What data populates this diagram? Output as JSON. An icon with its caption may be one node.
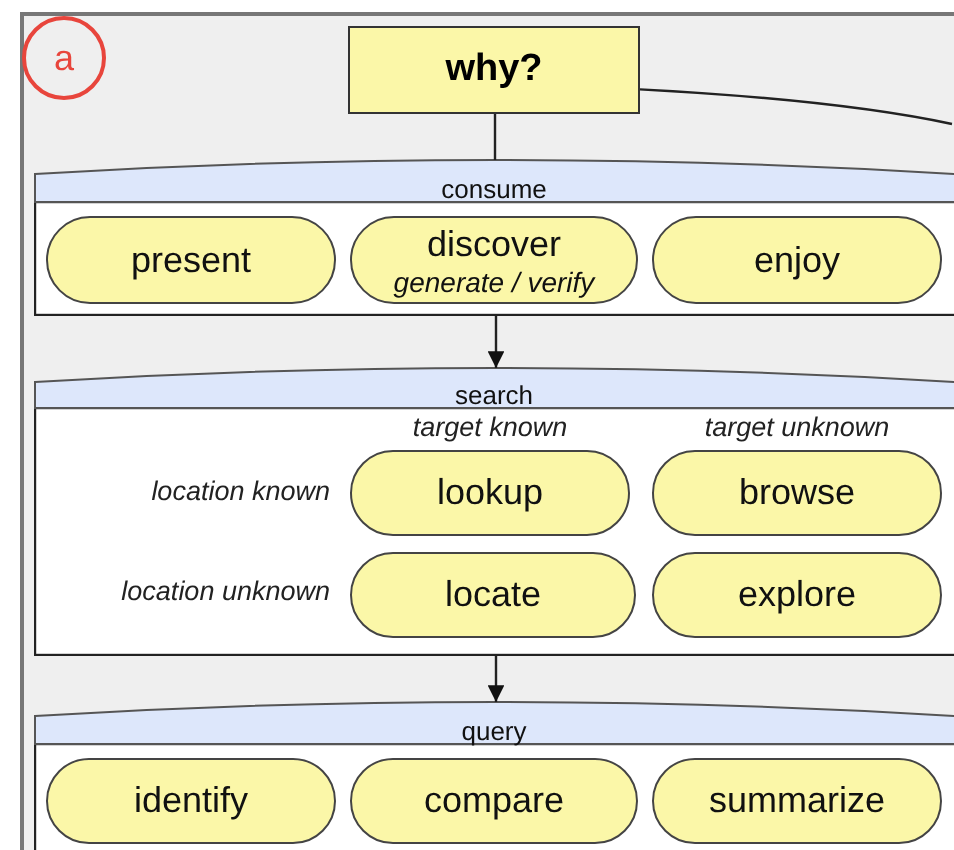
{
  "diagram": {
    "nodes": [
      {
        "text": [
          "a"
        ]
      },
      {
        "text": [
          "why?"
        ]
      },
      {
        "text": [
          "consume"
        ]
      },
      {
        "text": [
          "present"
        ],
        "in": 2
      },
      {
        "text": [
          "discover",
          "generate / verify"
        ],
        "in": 2
      },
      {
        "text": [
          "enjoy"
        ],
        "in": 2
      },
      {
        "text": [
          "search",
          "target known",
          "target unknown",
          "location known",
          "location unknown"
        ]
      },
      {
        "text": [
          "lookup"
        ],
        "in": 6
      },
      {
        "text": [
          "browse"
        ],
        "in": 6
      },
      {
        "text": [
          "locate"
        ],
        "in": 6
      },
      {
        "text": [
          "explore"
        ],
        "in": 6
      },
      {
        "text": [
          "query"
        ]
      },
      {
        "text": [
          "identify"
        ],
        "in": 11
      },
      {
        "text": [
          "compare"
        ],
        "in": 11
      },
      {
        "text": [
          "summarize"
        ],
        "in": 11
      }
    ],
    "edges": [
      {
        "from": 1,
        "to": 2,
        "arrow": "none"
      },
      {
        "from": 2,
        "to": 6,
        "arrow": "to"
      },
      {
        "from": 6,
        "to": 11,
        "arrow": "to"
      },
      {
        "from": 1,
        "to": null,
        "arrow": "none"
      }
    ]
  }
}
